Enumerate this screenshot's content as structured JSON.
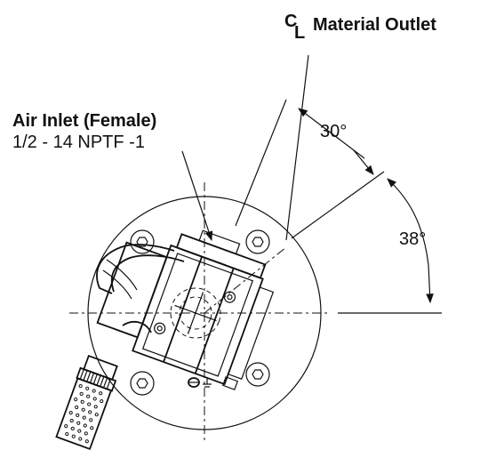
{
  "labels": {
    "cl_symbol_c": "C",
    "cl_symbol_l": "L",
    "material_outlet": "Material Outlet",
    "air_inlet_title": "Air Inlet (Female)",
    "air_inlet_spec": "1/2 - 14 NPTF -1",
    "angle_30": "30°",
    "angle_38": "38°"
  },
  "colors": {
    "line": "#111111",
    "background": "#ffffff"
  }
}
